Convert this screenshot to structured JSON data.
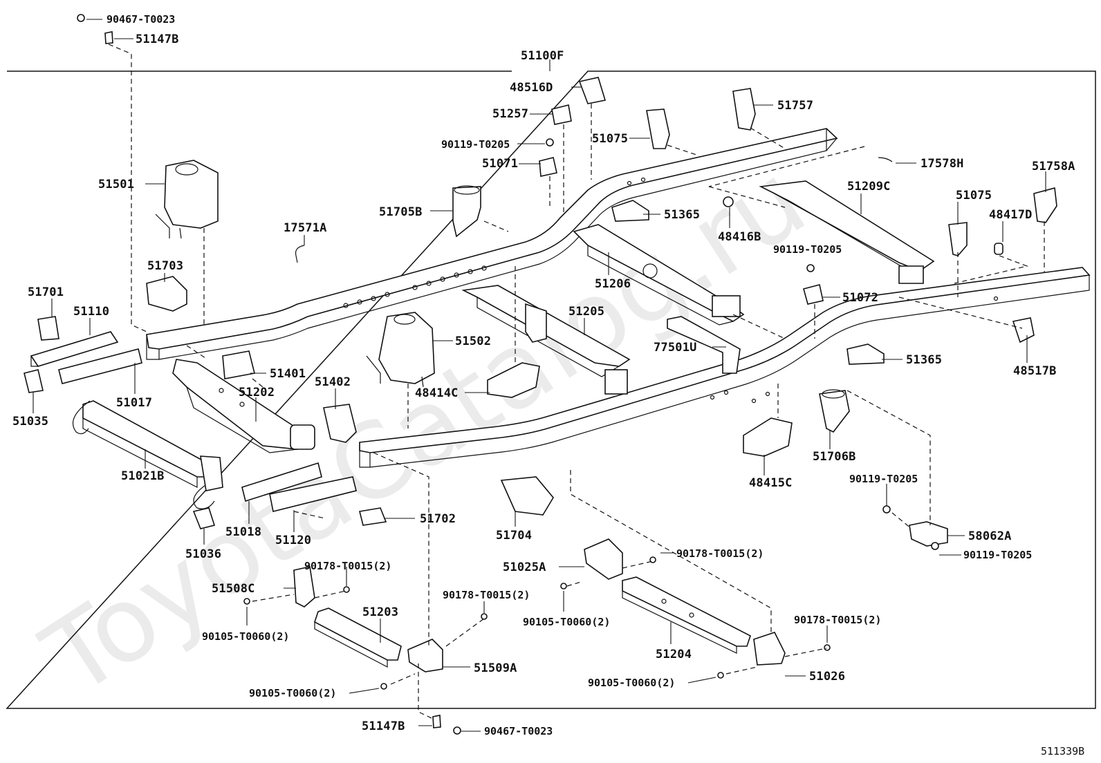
{
  "watermark": "ToyotaCatalog.ru",
  "figure_ref": "511339B",
  "frame_label": "51100F",
  "labels": {
    "p90467_top": "90467-T0023",
    "p51147b_top": "51147B",
    "p48516d": "48516D",
    "p51757": "51757",
    "p51257": "51257",
    "p51075_top": "51075",
    "p90119_a": "90119-T0205",
    "p17578h": "17578H",
    "p51071": "51071",
    "p51758a": "51758A",
    "p51501": "51501",
    "p51209c": "51209C",
    "p51075_right": "51075",
    "p51705b": "51705B",
    "p51365_top": "51365",
    "p48417d": "48417D",
    "p17571a": "17571A",
    "p48416b": "48416B",
    "p90119_b": "90119-T0205",
    "p51703": "51703",
    "p51206": "51206",
    "p51701": "51701",
    "p51110": "51110",
    "p51072": "51072",
    "p51205": "51205",
    "p51502": "51502",
    "p77501u": "77501U",
    "p48517b": "48517B",
    "p51401": "51401",
    "p51365_mid": "51365",
    "p51017": "51017",
    "p51202": "51202",
    "p51402": "51402",
    "p48414c": "48414C",
    "p51035": "51035",
    "p51706b": "51706B",
    "p51021b": "51021B",
    "p48415c": "48415C",
    "p90119_c": "90119-T0205",
    "p51702": "51702",
    "p51018": "51018",
    "p51120": "51120",
    "p51704": "51704",
    "p58062a": "58062A",
    "p90119_d": "90119-T0205",
    "p51036": "51036",
    "p90178_a": "90178-T0015(2)",
    "p90178_b": "90178-T0015(2)",
    "p51025a": "51025A",
    "p51508c": "51508C",
    "p90178_c": "90178-T0015(2)",
    "p51203": "51203",
    "p90105_a": "90105-T0060(2)",
    "p90105_b": "90105-T0060(2)",
    "p90178_d": "90178-T0015(2)",
    "p51204": "51204",
    "p51509a": "51509A",
    "p51026": "51026",
    "p90105_c": "90105-T0060(2)",
    "p90105_d": "90105-T0060(2)",
    "p51147b_bottom": "51147B",
    "p90467_bottom": "90467-T0023"
  }
}
